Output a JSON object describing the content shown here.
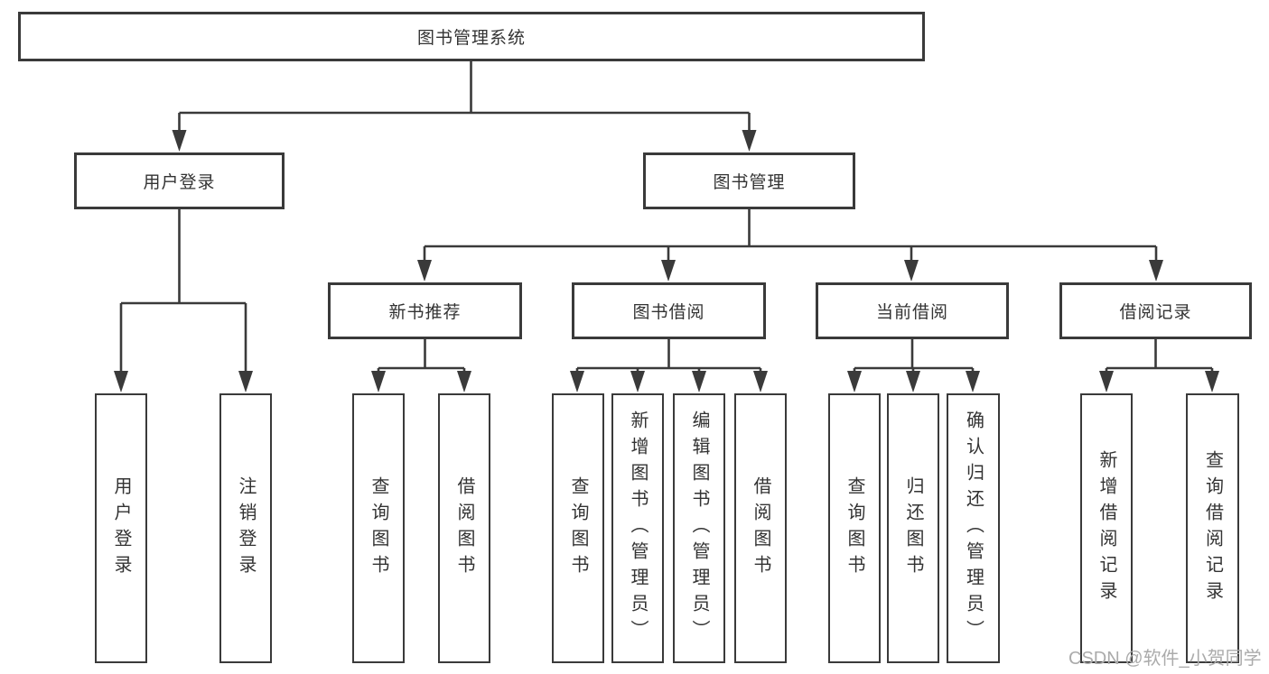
{
  "diagram": {
    "root": {
      "label": "图书管理系统"
    },
    "branches": [
      {
        "label": "用户登录",
        "children": [
          {
            "label": "用户登录"
          },
          {
            "label": "注销登录"
          }
        ]
      },
      {
        "label": "图书管理",
        "children": [
          {
            "label": "新书推荐",
            "children": [
              {
                "label": "查询图书"
              },
              {
                "label": "借阅图书"
              }
            ]
          },
          {
            "label": "图书借阅",
            "children": [
              {
                "label": "查询图书"
              },
              {
                "label": "新增图书（管理员）"
              },
              {
                "label": "编辑图书（管理员）"
              },
              {
                "label": "借阅图书"
              }
            ]
          },
          {
            "label": "当前借阅",
            "children": [
              {
                "label": "查询图书"
              },
              {
                "label": "归还图书"
              },
              {
                "label": "确认归还（管理员）"
              }
            ]
          },
          {
            "label": "借阅记录",
            "children": [
              {
                "label": "新增借阅记录"
              },
              {
                "label": "查询借阅记录"
              }
            ]
          }
        ]
      }
    ],
    "watermark": "CSDN @软件_小贺同学",
    "colors": {
      "line": "#3a3a3a",
      "text": "#333333",
      "node_background": "#ffffff",
      "watermark": "#ababab",
      "background": "#ffffff"
    }
  }
}
